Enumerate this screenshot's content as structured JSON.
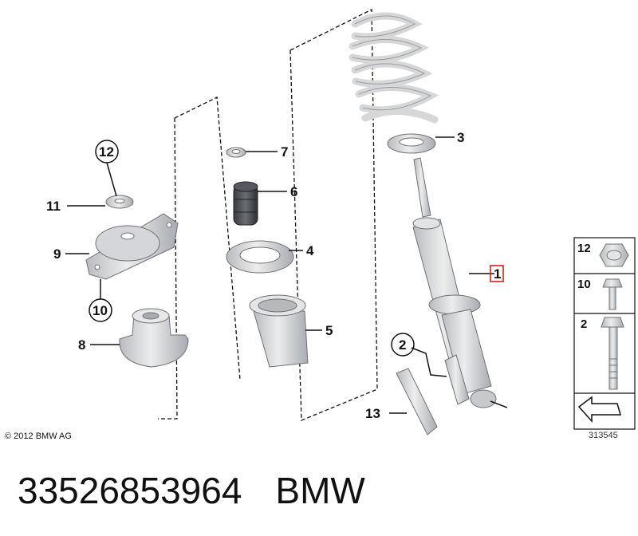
{
  "callouts": {
    "c1": "1",
    "c2": "2",
    "c3": "3",
    "c4": "4",
    "c5": "5",
    "c6": "6",
    "c7": "7",
    "c8": "8",
    "c9": "9",
    "c10": "10",
    "c11": "11",
    "c12": "12",
    "c13": "13"
  },
  "legend": {
    "items": [
      "12",
      "10",
      "2"
    ]
  },
  "copyright": "© 2012 BMW AG",
  "diagram_id": "313545",
  "footer": {
    "part_number": "33526853964",
    "brand": "BMW"
  },
  "colors": {
    "part_fill": "#dcdde0",
    "part_stroke": "#6f7276",
    "highlight": "#d4211f"
  }
}
